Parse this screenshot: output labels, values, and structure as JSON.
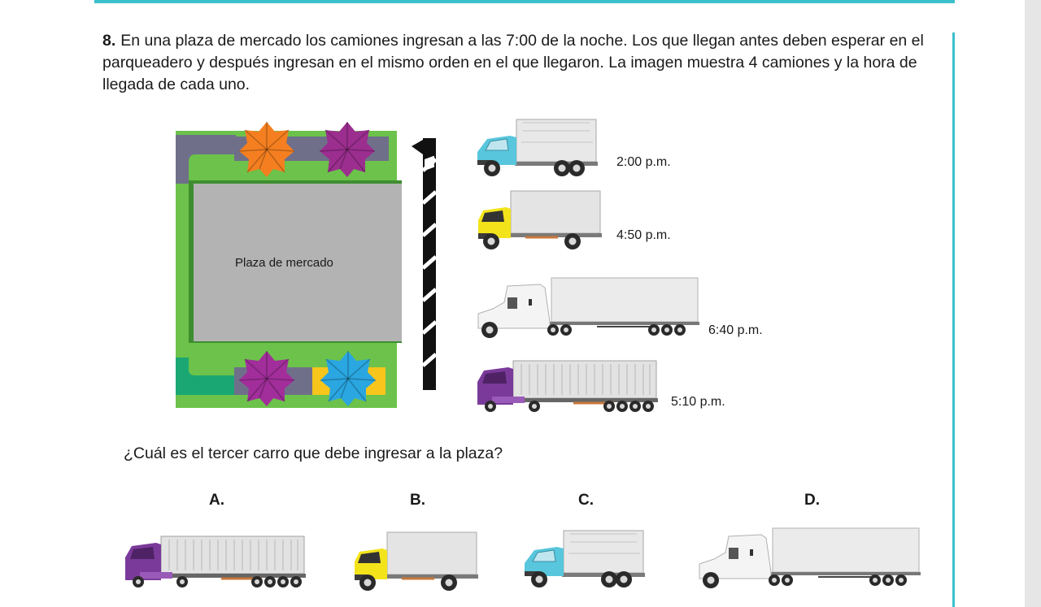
{
  "question": {
    "number": "8.",
    "text": "En una plaza de mercado los camiones ingresan a las 7:00 de la noche. Los que llegan antes deben esperar en el parqueadero y después ingresan en el mismo orden en el que llegaron. La imagen muestra 4 camiones y la hora de llegada de cada uno."
  },
  "map": {
    "label": "Plaza de mercado"
  },
  "trucks": [
    {
      "kind": "cyan-tarp-truck",
      "time": "2:00 p.m."
    },
    {
      "kind": "yellow-box-truck",
      "time": "4:50 p.m."
    },
    {
      "kind": "white-semi-truck",
      "time": "6:40 p.m."
    },
    {
      "kind": "purple-container-truck",
      "time": "5:10 p.m."
    }
  ],
  "ask": "¿Cuál es el tercer carro que debe ingresar a la plaza?",
  "options": [
    {
      "letter": "A.",
      "kind": "purple-container-truck"
    },
    {
      "letter": "B.",
      "kind": "yellow-box-truck"
    },
    {
      "letter": "C.",
      "kind": "cyan-tarp-truck"
    },
    {
      "letter": "D.",
      "kind": "white-semi-truck"
    }
  ],
  "colors": {
    "accent": "#3bc0cc",
    "grass": "#6cc24a",
    "building": "#b3b3b3"
  }
}
